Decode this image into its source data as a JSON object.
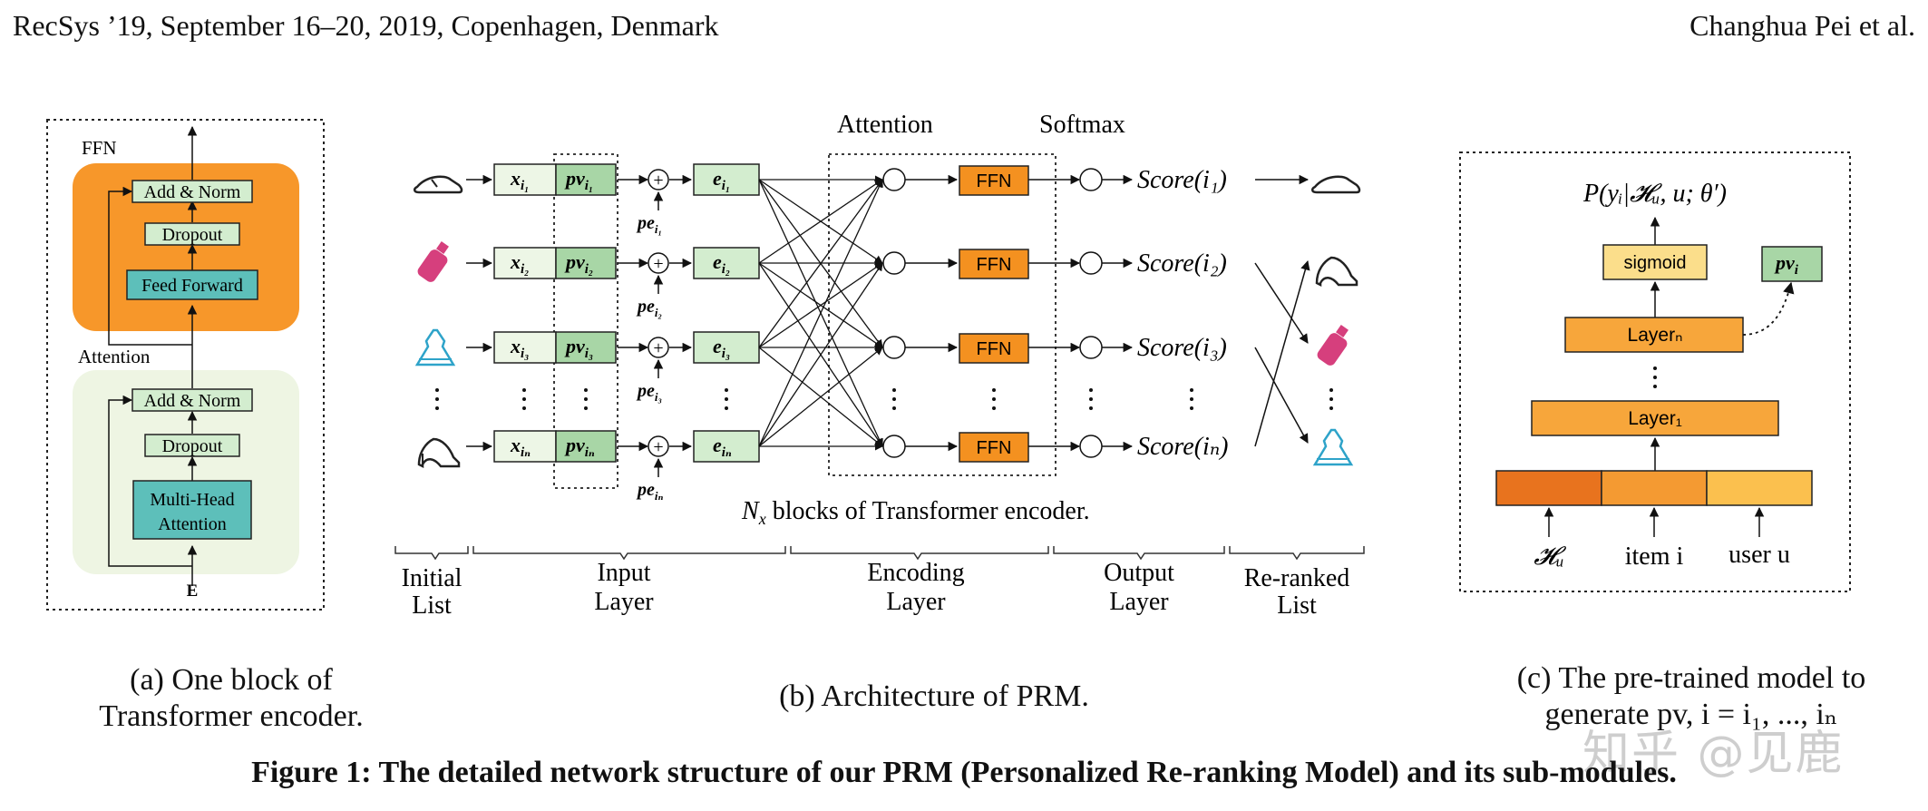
{
  "header": {
    "left": "RecSys ’19, September 16–20, 2019, Copenhagen, Denmark",
    "right": "Changhua Pei et al."
  },
  "panel_a": {
    "ffn_label": "FFN",
    "attention_label": "Attention",
    "add_norm_top": "Add & Norm",
    "dropout_top": "Dropout",
    "feed_forward": "Feed Forward",
    "add_norm_bottom": "Add & Norm",
    "dropout_bottom": "Dropout",
    "mha_line1": "Multi-Head",
    "mha_line2": "Attention",
    "input_label": "E",
    "caption_line1": "(a) One block of",
    "caption_line2": "Transformer encoder."
  },
  "panel_b": {
    "attention_header": "Attention",
    "softmax_header": "Softmax",
    "rows": [
      {
        "x": "x",
        "sub": "i₁",
        "pv": "pv",
        "pe": "pe",
        "e": "e",
        "score": "Score(i₁)"
      },
      {
        "x": "x",
        "sub": "i₂",
        "pv": "pv",
        "pe": "pe",
        "e": "e",
        "score": "Score(i₂)"
      },
      {
        "x": "x",
        "sub": "i₃",
        "pv": "pv",
        "pe": "pe",
        "e": "e",
        "score": "Score(i₃)"
      },
      {
        "x": "x",
        "sub": "iₙ",
        "pv": "pv",
        "pe": "pe",
        "e": "e",
        "score": "Score(iₙ)"
      }
    ],
    "ffn_label": "FFN",
    "blocks_note_n": "N",
    "blocks_note_sub": "x",
    "blocks_note_rest": " blocks of Transformer encoder.",
    "sections": [
      {
        "line1": "Initial",
        "line2": "List"
      },
      {
        "line1": "Input",
        "line2": "Layer"
      },
      {
        "line1": "Encoding",
        "line2": "Layer"
      },
      {
        "line1": "Output",
        "line2": "Layer"
      },
      {
        "line1": "Re-ranked",
        "line2": "List"
      }
    ],
    "caption": "(b) Architecture of PRM."
  },
  "panel_c": {
    "output_formula": "P(yᵢ|𝓗ᵤ, u; θ′)",
    "sigmoid": "sigmoid",
    "pv_label": "pv",
    "pv_sub": "i",
    "layer_n": "Layerₙ",
    "layer_1": "Layer₁",
    "input_hu": "𝓗ᵤ",
    "input_item": "item i",
    "input_user": "user u",
    "caption_line1": "(c) The pre-trained model to",
    "caption_line2": "generate pv, i = i₁, ..., iₙ"
  },
  "figure_title": "Figure 1: The detailed network structure of our PRM (Personalized Re-ranking Model) and its sub-modules.",
  "watermark": "知乎 @见鹿",
  "colors": {
    "orange_bg": "#F7972A",
    "light_green_bg": "#EEF5E3",
    "box_green": "#D3EDCF",
    "box_green_dark": "#A8D6A6",
    "teal": "#5DBFBA",
    "ffn_orange": "#F49120",
    "sigmoid_yellow": "#FBDE8B",
    "layer_orange": "#F7A63B",
    "seg_dark": "#E8731E",
    "seg_mid": "#F49A32",
    "seg_light": "#FBC04E",
    "pink": "#D63F7D",
    "cyan": "#2EA3C9"
  }
}
